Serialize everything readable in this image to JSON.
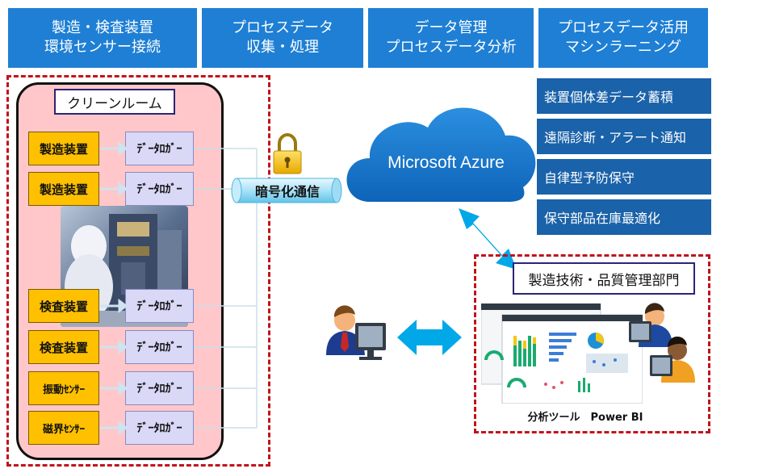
{
  "headers": [
    "製造・検査装置\n環境センサー接続",
    "プロセスデータ\n収集・処理",
    "データ管理\nプロセスデータ分析",
    "プロセスデータ活用\nマシンラーニング"
  ],
  "cleanroom": {
    "title": "クリーンルーム",
    "rows": [
      {
        "device": "製造装置",
        "logger": "ﾃﾞｰﾀﾛｶﾞｰ"
      },
      {
        "device": "製造装置",
        "logger": "ﾃﾞｰﾀﾛｶﾞｰ"
      },
      {
        "device": "検査装置",
        "logger": "ﾃﾞｰﾀﾛｶﾞｰ"
      },
      {
        "device": "検査装置",
        "logger": "ﾃﾞｰﾀﾛｶﾞｰ"
      },
      {
        "device": "振動ｾﾝｻｰ",
        "logger": "ﾃﾞｰﾀﾛｶﾞｰ"
      },
      {
        "device": "磁界ｾﾝｻｰ",
        "logger": "ﾃﾞｰﾀﾛｶﾞｰ"
      }
    ]
  },
  "encryption_label": "暗号化通信",
  "cloud_label": "Microsoft Azure",
  "features": [
    "装置個体差データ蓄積",
    "遠隔診断・アラート通知",
    "自律型予防保守",
    "保守部品在庫最適化"
  ],
  "department": {
    "title": "製造技術・品質管理部門",
    "caption": "分析ツール　Power BI"
  },
  "colors": {
    "header": "#1e7fd4",
    "feature": "#1a62a9",
    "arrow": "#00a8e8",
    "dash": "#c0141b",
    "device": "#ffc000"
  }
}
